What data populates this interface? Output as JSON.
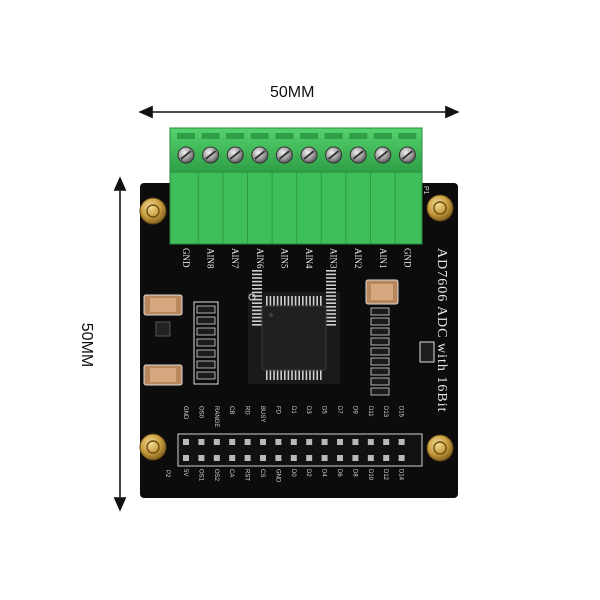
{
  "dimensions": {
    "width_label": "50MM",
    "height_label": "50MM"
  },
  "board": {
    "silkscreen_title": "AD7606 ADC with 16Bit",
    "terminal_labels": [
      "GND",
      "AIN8",
      "AIN7",
      "AIN6",
      "AIN5",
      "AIN4",
      "AIN3",
      "AIN2",
      "AIN1",
      "GND"
    ],
    "terminal_ref": "P1",
    "header_top_labels": [
      "GND",
      "OS0",
      "RANGE",
      "CB",
      "RD",
      "BUSY",
      "FD",
      "D1",
      "D3",
      "D5",
      "D7",
      "D9",
      "D11",
      "D13",
      "D15"
    ],
    "header_bottom_labels": [
      "5V",
      "OS1",
      "OS2",
      "CA",
      "RST",
      "CS",
      "GND",
      "D0",
      "D2",
      "D4",
      "D6",
      "D8",
      "D10",
      "D12",
      "D14"
    ],
    "header_ref_left": "P2",
    "colors": {
      "pcb": "#0c0c0c",
      "terminal_green": "#3fbf5a",
      "brass": "#c9a24a"
    }
  }
}
